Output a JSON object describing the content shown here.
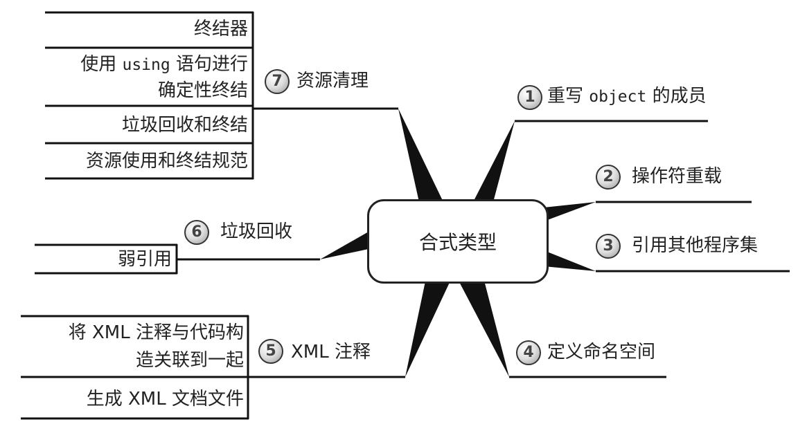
{
  "center": {
    "label": "合式类型"
  },
  "branches": [
    {
      "number": "1",
      "label_pre": "重写 ",
      "label_code": "object",
      "label_post": " 的成员"
    },
    {
      "number": "2",
      "label": "操作符重载"
    },
    {
      "number": "3",
      "label": "引用其他程序集"
    },
    {
      "number": "4",
      "label": "定义命名空间"
    },
    {
      "number": "5",
      "label": "XML 注释",
      "leaves": [
        "将 XML 注释与代码构",
        "造关联到一起",
        "生成 XML 文档文件"
      ]
    },
    {
      "number": "6",
      "label": "垃圾回收",
      "leaves": [
        "弱引用"
      ]
    },
    {
      "number": "7",
      "label": "资源清理",
      "leaves": [
        "终结器",
        "使用 ",
        "using",
        " 语句进行",
        "确定性终结",
        "垃圾回收和终结",
        "资源使用和终结规范"
      ]
    }
  ]
}
